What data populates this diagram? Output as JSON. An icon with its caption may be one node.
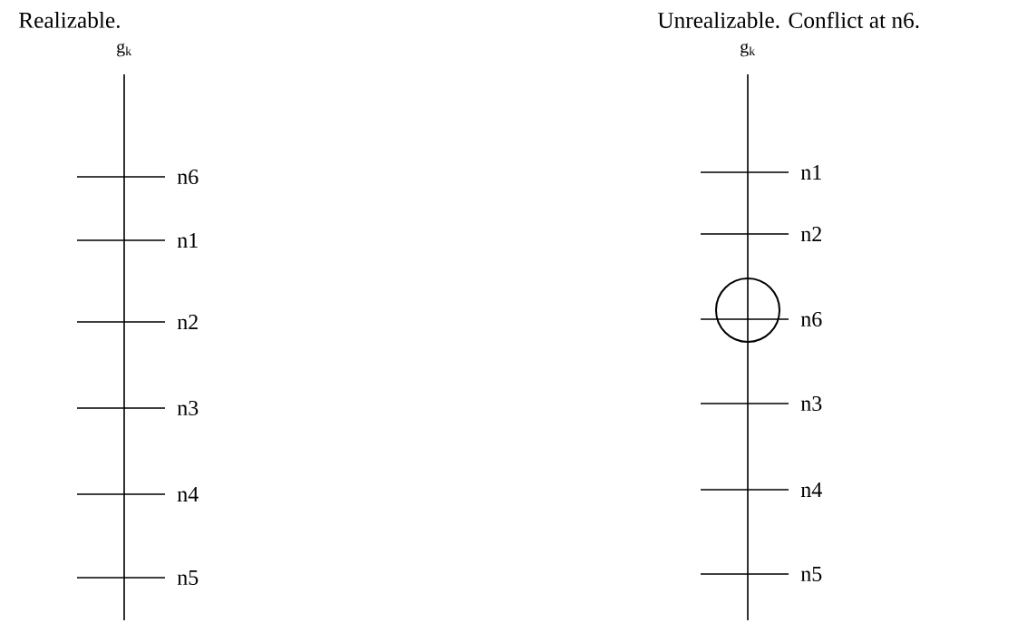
{
  "diagram": {
    "labels": [
      "Realizable.",
      "g$_{k}$",
      "n6",
      "n1",
      "n2",
      "n3",
      "n4",
      "n5",
      "Unrealizable.  Conflict at n6.",
      "g$_{k}$",
      "n1",
      "n2",
      "n6",
      "n3",
      "n4",
      "n5"
    ]
  }
}
